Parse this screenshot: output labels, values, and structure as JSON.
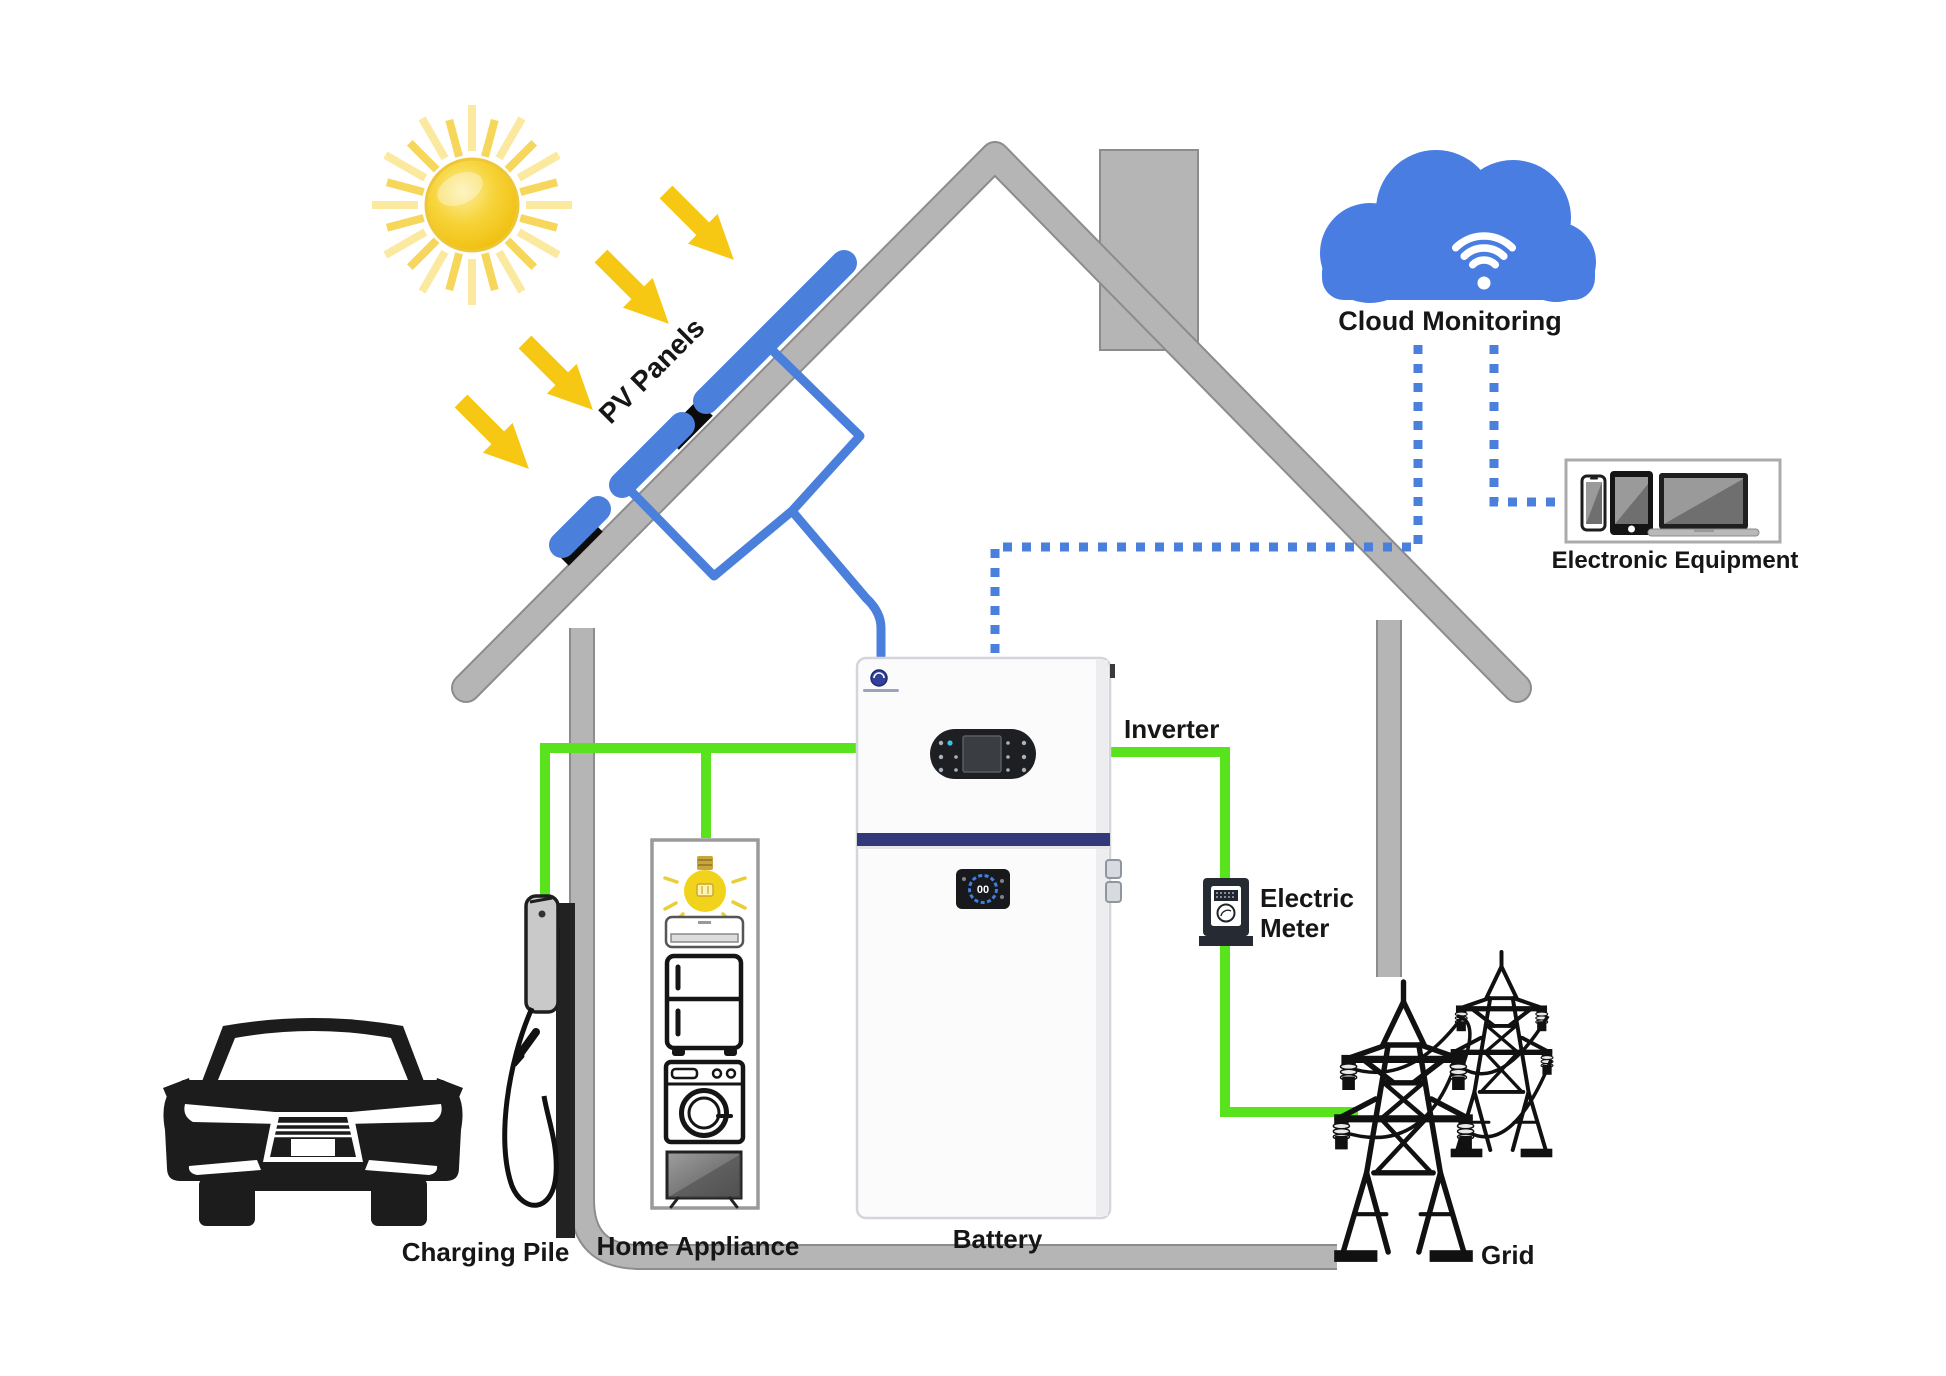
{
  "diagram": {
    "type": "home-solar-energy-storage-system",
    "labels": {
      "pv_panels": "PV Panels",
      "cloud_monitoring": "Cloud Monitoring",
      "electronic_equipment": "Electronic Equipment",
      "inverter": "Inverter",
      "electric_meter_1": "Electric",
      "electric_meter_2": "Meter",
      "battery": "Battery",
      "home_appliance": "Home Appliance",
      "charging_pile": "Charging Pile",
      "grid": "Grid"
    },
    "battery_unit": {
      "soc_display": "00"
    },
    "components": [
      {
        "name": "sun",
        "icon": "sun-icon"
      },
      {
        "name": "pv-panels",
        "icon": "solar-panel-icon",
        "label": "PV Panels"
      },
      {
        "name": "house",
        "icon": "house-roof-walls"
      },
      {
        "name": "cloud-monitoring",
        "icon": "cloud-wifi-icon",
        "label": "Cloud Monitoring"
      },
      {
        "name": "electronic-equipment",
        "icon": "phone-tablet-laptop-icons",
        "label": "Electronic Equipment"
      },
      {
        "name": "inverter-battery-unit",
        "icon": "battery-cabinet-icon",
        "labels": [
          "Inverter",
          "Battery"
        ]
      },
      {
        "name": "electric-meter",
        "icon": "electric-meter-icon",
        "label": "Electric Meter"
      },
      {
        "name": "home-appliance",
        "icon": "appliance-stack-icon",
        "label": "Home Appliance",
        "items": [
          "light-bulb",
          "air-conditioner",
          "refrigerator",
          "washing-machine",
          "television"
        ]
      },
      {
        "name": "charging-pile",
        "icon": "ev-charger-icon",
        "label": "Charging Pile"
      },
      {
        "name": "ev-car",
        "icon": "car-front-icon"
      },
      {
        "name": "grid",
        "icon": "transmission-towers-icon",
        "label": "Grid"
      }
    ],
    "connections": [
      {
        "from": "pv-panels",
        "to": "inverter-battery-unit",
        "style": "solid",
        "color_key": "blue"
      },
      {
        "from": "cloud-monitoring",
        "to": "inverter-battery-unit",
        "style": "dashed",
        "color_key": "blue"
      },
      {
        "from": "cloud-monitoring",
        "to": "electronic-equipment",
        "style": "dashed",
        "color_key": "blue"
      },
      {
        "from": "inverter-battery-unit",
        "to": "electric-meter",
        "style": "solid",
        "color_key": "green"
      },
      {
        "from": "electric-meter",
        "to": "grid",
        "style": "solid",
        "color_key": "green"
      },
      {
        "from": "inverter-battery-unit",
        "to": "home-appliance",
        "style": "solid",
        "color_key": "green"
      },
      {
        "from": "inverter-battery-unit",
        "to": "charging-pile",
        "style": "solid",
        "color_key": "green"
      }
    ],
    "colors": {
      "blue": "#4b7fdc",
      "green": "#58e31c",
      "yellow": "#f6c814",
      "pale_yellow": "#fbe9a0",
      "roof_gray": "#b5b5b5",
      "roof_edge": "#8c8c8c",
      "navy_stripe": "#323878",
      "silhouette_black": "#1c1c1c",
      "background": "#ffffff"
    }
  }
}
